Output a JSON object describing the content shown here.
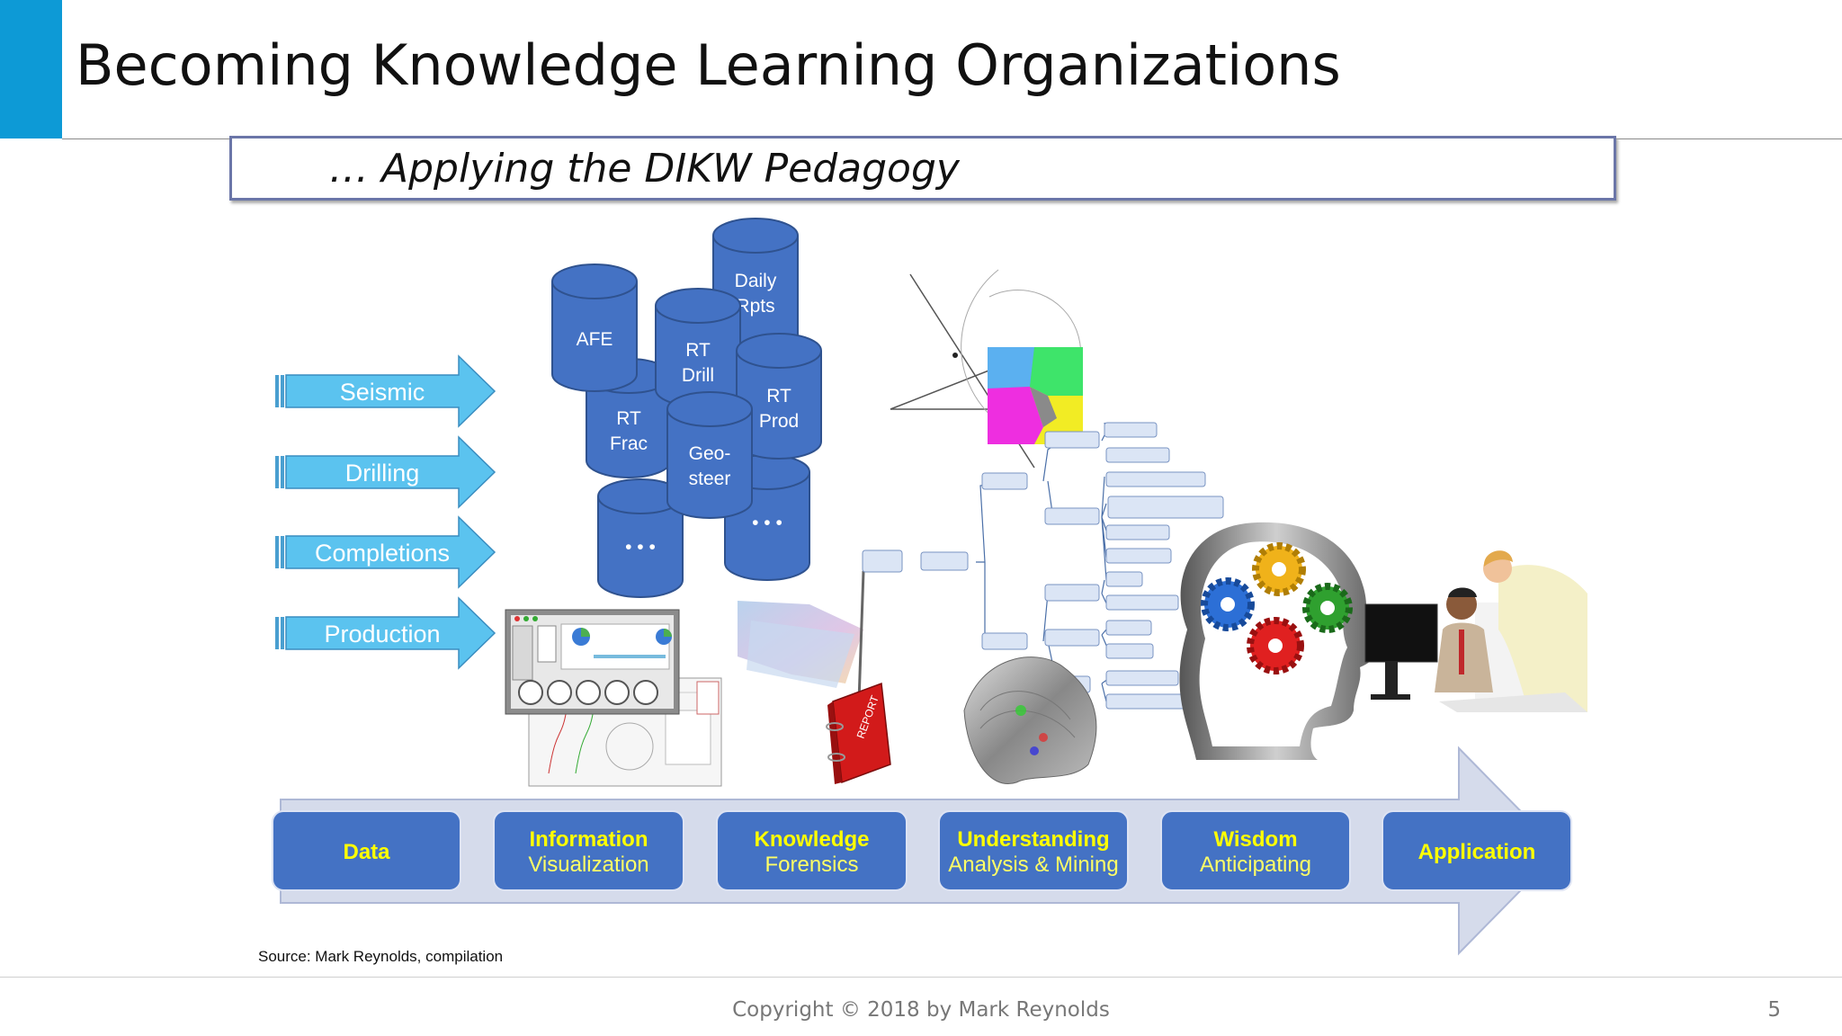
{
  "slide": {
    "title": "Becoming Knowledge Learning Organizations",
    "subtitle": "… Applying the DIKW Pedagogy",
    "source": "Source: Mark Reynolds, compilation",
    "copyright": "Copyright © 2018 by Mark Reynolds",
    "page_number": "5"
  },
  "inputs": [
    "Seismic",
    "Drilling",
    "Completions",
    "Production"
  ],
  "databases": {
    "afe": "AFE",
    "daily_1": "Daily",
    "daily_2": "Rpts",
    "rt_drill_1": "RT",
    "rt_drill_2": "Drill",
    "rt_frac_1": "RT",
    "rt_frac_2": "Frac",
    "rt_prod_1": "RT",
    "rt_prod_2": "Prod",
    "geo_1": "Geo-",
    "geo_2": "steer",
    "ellipsis": "• • •"
  },
  "stages": [
    {
      "title": "Data",
      "subtitle": ""
    },
    {
      "title": "Information",
      "subtitle": "Visualization"
    },
    {
      "title": "Knowledge",
      "subtitle": "Forensics"
    },
    {
      "title": "Understanding",
      "subtitle": "Analysis & Mining"
    },
    {
      "title": "Wisdom",
      "subtitle": "Anticipating"
    },
    {
      "title": "Application",
      "subtitle": ""
    }
  ],
  "images": {
    "report_label": "REPORT"
  },
  "colors": {
    "accent": "#0d9ad6",
    "stage_box": "#4472c4",
    "stage_title": "#ffff00",
    "cylinder": "#4472c4",
    "input_arrow": "#5bc3ef",
    "timeline_arrow": "#d5dbeb"
  }
}
